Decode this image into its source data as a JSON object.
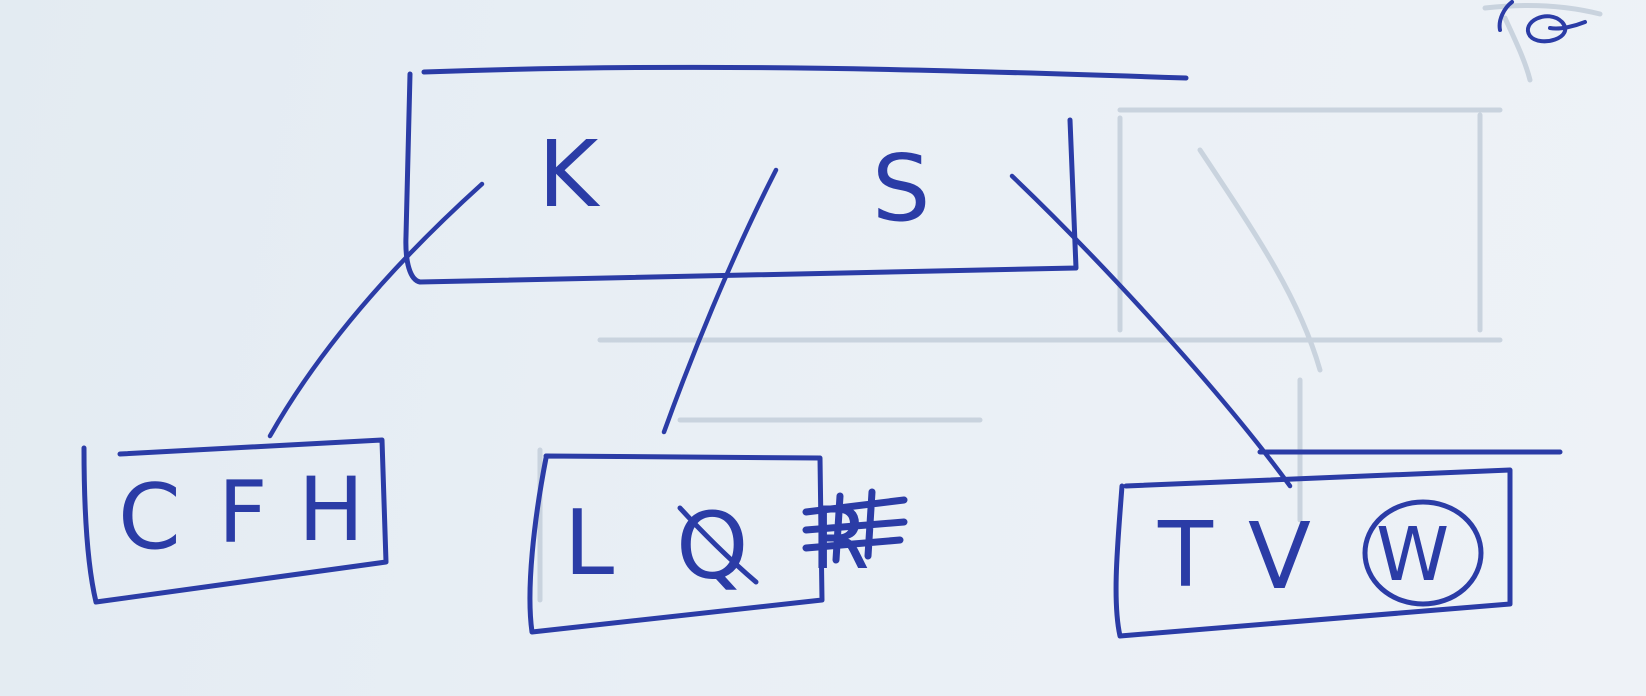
{
  "diagram": {
    "type": "b-tree",
    "colors": {
      "ink": "#2b3ca6",
      "paper": "#e7eef5"
    },
    "root": {
      "keys": [
        "K",
        "S"
      ]
    },
    "children": [
      {
        "keys": [
          "C",
          "F",
          "H"
        ],
        "marks": []
      },
      {
        "keys": [
          "L",
          "Q",
          "R"
        ],
        "marks": [
          "Q crossed out",
          "R scribbled out"
        ]
      },
      {
        "keys": [
          "T",
          "V",
          "W"
        ],
        "marks": [
          "W circled"
        ]
      }
    ]
  }
}
